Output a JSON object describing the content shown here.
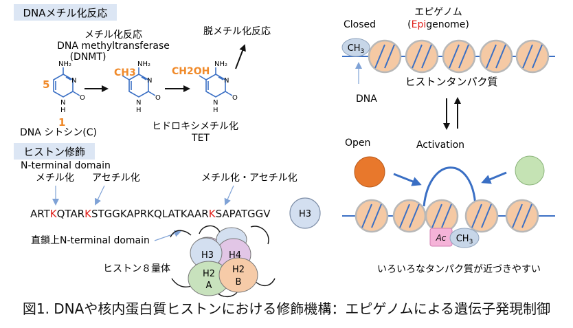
{
  "sections": {
    "dna_methylation": "DNAメチル化反応",
    "histone_modification": "ヒストン修飾"
  },
  "methylation": {
    "line1": "メチル化反応",
    "line2": "DNA methyltransferase",
    "line3": "(DNMT)",
    "demethylation": "脱メチル化反応",
    "cytosine": "DNA シトシン(C)",
    "pos5": "5",
    "pos1": "1",
    "ch3": "CH3",
    "ch2oh": "CH2OH",
    "nh2": "NH₂",
    "n": "N",
    "h": "H",
    "o": "O",
    "hydroxy": "ヒドロキシメチル化",
    "tet": "TET"
  },
  "histone": {
    "nterm": "N-terminal domain",
    "methyl": "メチル化",
    "acetyl": "アセチル化",
    "both": "メチル化・アセチル化",
    "seq_parts": [
      {
        "t": "ART",
        "c": "#111111"
      },
      {
        "t": "K",
        "c": "#e0201b"
      },
      {
        "t": "QTAR",
        "c": "#111111"
      },
      {
        "t": "K",
        "c": "#e0201b"
      },
      {
        "t": "STGGKAPRKQLATKAAR",
        "c": "#111111"
      },
      {
        "t": "K",
        "c": "#e0201b"
      },
      {
        "t": "SAPATGGV",
        "c": "#111111"
      }
    ],
    "h3": "H3",
    "linear_nterm": "直鎖上N-terminal domain",
    "octamer": "ヒストン８量体",
    "core_h3": "H3",
    "core_h4": "H4",
    "core_h2a1": "H2",
    "core_h2a2": "A",
    "core_h2b1": "H2",
    "core_h2b2": "B"
  },
  "epigenome": {
    "title": "エピゲノム",
    "sub_open": "(",
    "sub_red": "Epi",
    "sub_rest": "genome)",
    "closed": "Closed",
    "ch3": "CH",
    "ch3_sub": "3",
    "dna": "DNA",
    "histone_protein": "ヒストンタンパク質",
    "open": "Open",
    "activation": "Activation",
    "ac": "Ac",
    "ch3b": "CH",
    "ch3b_sub": "3",
    "proteins_near": "いろいろなタンパク質が近づきやすい"
  },
  "caption": "図1. DNAや核内蛋白質ヒストンにおける修飾機構：エピゲノムによる遺伝子発現制御",
  "colors": {
    "accent_orange": "#f08a2a",
    "red": "#e0201b",
    "dna_blue": "#3a6fc4",
    "nucleosome_fill": "#f5c9a4",
    "label_bg": "#dce6f4",
    "open_protein": "#e8782c",
    "green_protein": "#c5e3b4",
    "h3_fill": "#d3dff0",
    "h4_fill": "#e2c6e6",
    "h2a_fill": "#c8e2bd",
    "h2b_fill": "#f6cba8",
    "ac_fill": "#f5b3d8",
    "ch3_fill": "#c7d6e8"
  }
}
